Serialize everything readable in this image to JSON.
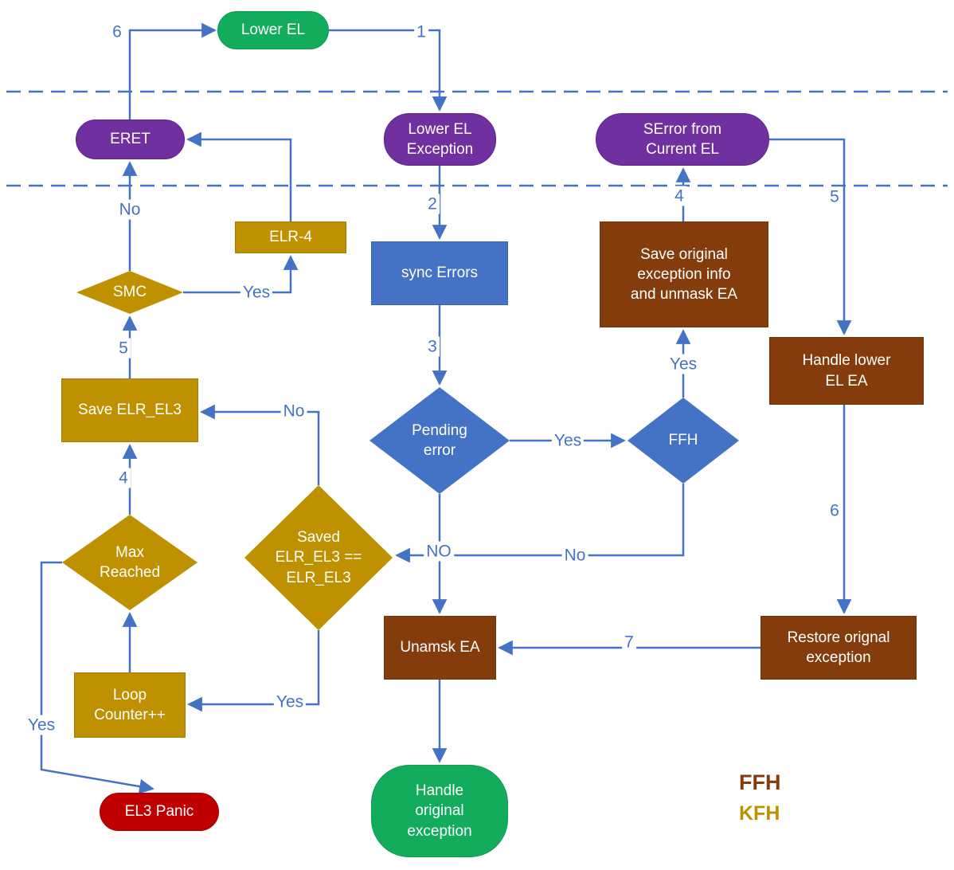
{
  "diagram": {
    "nodes": {
      "lower_el": {
        "label": "Lower EL"
      },
      "eret": {
        "label": "ERET"
      },
      "lower_el_exception": {
        "label": "Lower EL\nException"
      },
      "serror_from_current_el": {
        "label": "SError from\nCurrent EL"
      },
      "elr_minus_4": {
        "label": "ELR-4"
      },
      "sync_errors": {
        "label": "sync Errors"
      },
      "save_original_exception_info": {
        "label": "Save original\nexception info\nand unmask EA"
      },
      "handle_lower_el_ea": {
        "label": "Handle lower\nEL EA"
      },
      "smc": {
        "label": "SMC"
      },
      "save_elr_el3": {
        "label": "Save ELR_EL3"
      },
      "pending_error": {
        "label": "Pending\nerror"
      },
      "ffh": {
        "label": "FFH"
      },
      "max_reached": {
        "label": "Max\nReached"
      },
      "saved_elr_el3_compare": {
        "label": "Saved\nELR_EL3 ==\nELR_EL3"
      },
      "unamsk_ea": {
        "label": "Unamsk EA"
      },
      "restore_orignal_exception": {
        "label": "Restore orignal\nexception"
      },
      "loop_counter": {
        "label": "Loop\nCounter++"
      },
      "el3_panic": {
        "label": "EL3 Panic"
      },
      "handle_original_exception": {
        "label": "Handle\noriginal\nexception"
      }
    },
    "edge_labels": {
      "step_1": "1",
      "step_2": "2",
      "step_3": "3",
      "step_4_serror": "4",
      "step_5_serror": "5",
      "step_6_handle": "6",
      "step_7": "7",
      "step_6_eret": "6",
      "step_5_smc": "5",
      "step_4_max": "4",
      "yes_pending_to_ffh": "Yes",
      "yes_ffh_to_save": "Yes",
      "no_ffh_to_saved": "No",
      "no_pending_to_unamsk": "NO",
      "no_smc_to_eret": "No",
      "yes_smc_to_elr4": "Yes",
      "no_saved_to_save_elr": "No",
      "yes_saved_to_loop": "Yes",
      "yes_max_to_panic": "Yes"
    },
    "legend": {
      "ffh": "FFH",
      "kfh": "KFH"
    },
    "colors": {
      "terminal_green": "#12AC5C",
      "state_purple": "#7030A0",
      "process_blue": "#4472C4",
      "ffh_brown": "#843C0C",
      "kfh_gold": "#BF9000",
      "panic_red": "#C00000",
      "connector_blue": "#4472C4"
    }
  }
}
